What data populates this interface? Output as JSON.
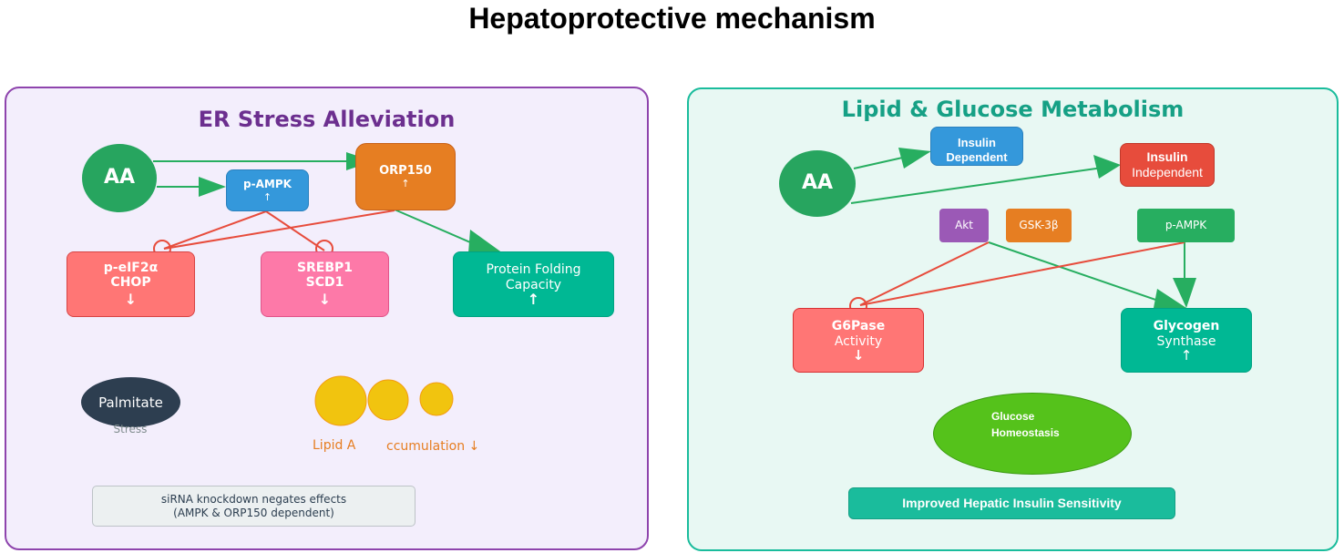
{
  "title": "Hepatoprotective mechanism",
  "colors": {
    "activation": "#27ae60",
    "inhibition": "#e74c3c",
    "left_panel_border": "#8e44ad",
    "right_panel_border": "#1abc9c"
  },
  "left_panel": {
    "title": "ER Stress Alleviation",
    "aa": "AA",
    "pampk": {
      "label": "p-AMPK",
      "arrow": "↑"
    },
    "orp150": {
      "label": "ORP150",
      "arrow": "↑"
    },
    "peif2a": {
      "line1": "p-eIF2α",
      "line2": "CHOP",
      "arrow": "↓"
    },
    "srebp1": {
      "line1": "SREBP1",
      "line2": "SCD1",
      "arrow": "↓"
    },
    "protein_folding": {
      "line1": "Protein Folding",
      "line2": "Capacity",
      "arrow": "↑"
    },
    "palmitate": {
      "label": "Palmitate",
      "sublabel": "Stress"
    },
    "lipid": {
      "label_a": "Lipid A",
      "label_b": "ccumulation ↓"
    },
    "note": {
      "line1": "siRNA knockdown negates effects",
      "line2": "(AMPK & ORP150 dependent)"
    }
  },
  "right_panel": {
    "title": "Lipid & Glucose Metabolism",
    "aa": "AA",
    "insulin_dependent": "Insulin Dependent",
    "insulin_independent": {
      "line1": "Insulin",
      "line2": "Independent"
    },
    "akt": "Akt",
    "gsk3b": "GSK-3β",
    "pampk": "p-AMPK",
    "g6pase": {
      "line1": "G6Pase",
      "line2": "Activity",
      "arrow": "↓"
    },
    "glycogen": {
      "line1": "Glycogen",
      "line2": "Synthase",
      "arrow": "↑"
    },
    "glucose_homeostasis": {
      "line1": "Glucose",
      "line2": "Homeostasis"
    },
    "conclusion": "Improved Hepatic Insulin Sensitivity"
  }
}
